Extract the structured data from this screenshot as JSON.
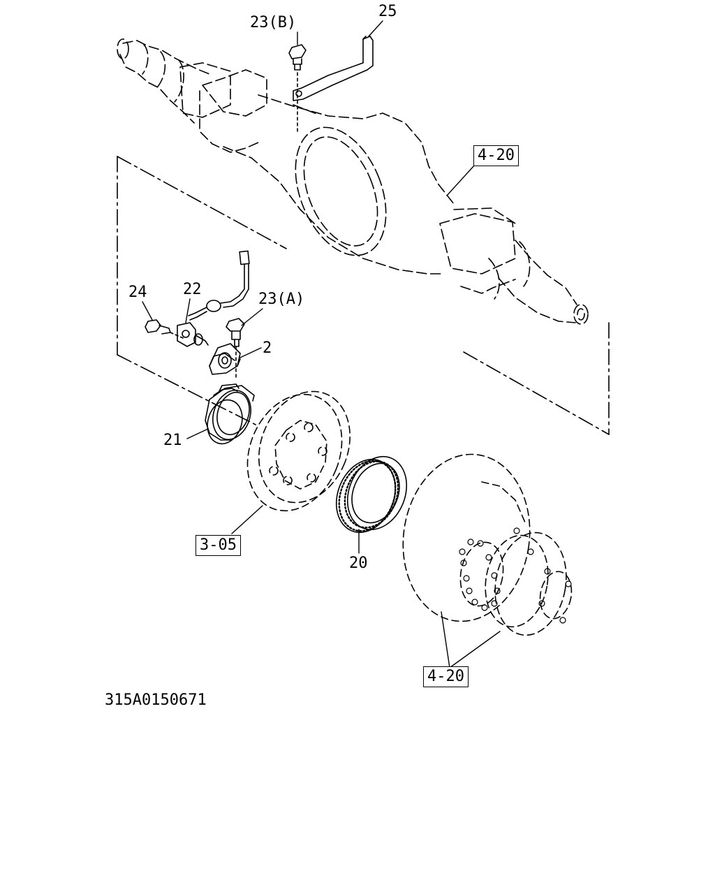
{
  "diagram": {
    "drawing_code": "315A0150671",
    "callouts": {
      "p25": "25",
      "p23b": "23(B)",
      "ref_axle_top": "4-20",
      "p24": "24",
      "p22": "22",
      "p23a": "23(A)",
      "p2": "2",
      "p21": "21",
      "ref_brake": "3-05",
      "p20": "20",
      "ref_hub": "4-20"
    }
  }
}
